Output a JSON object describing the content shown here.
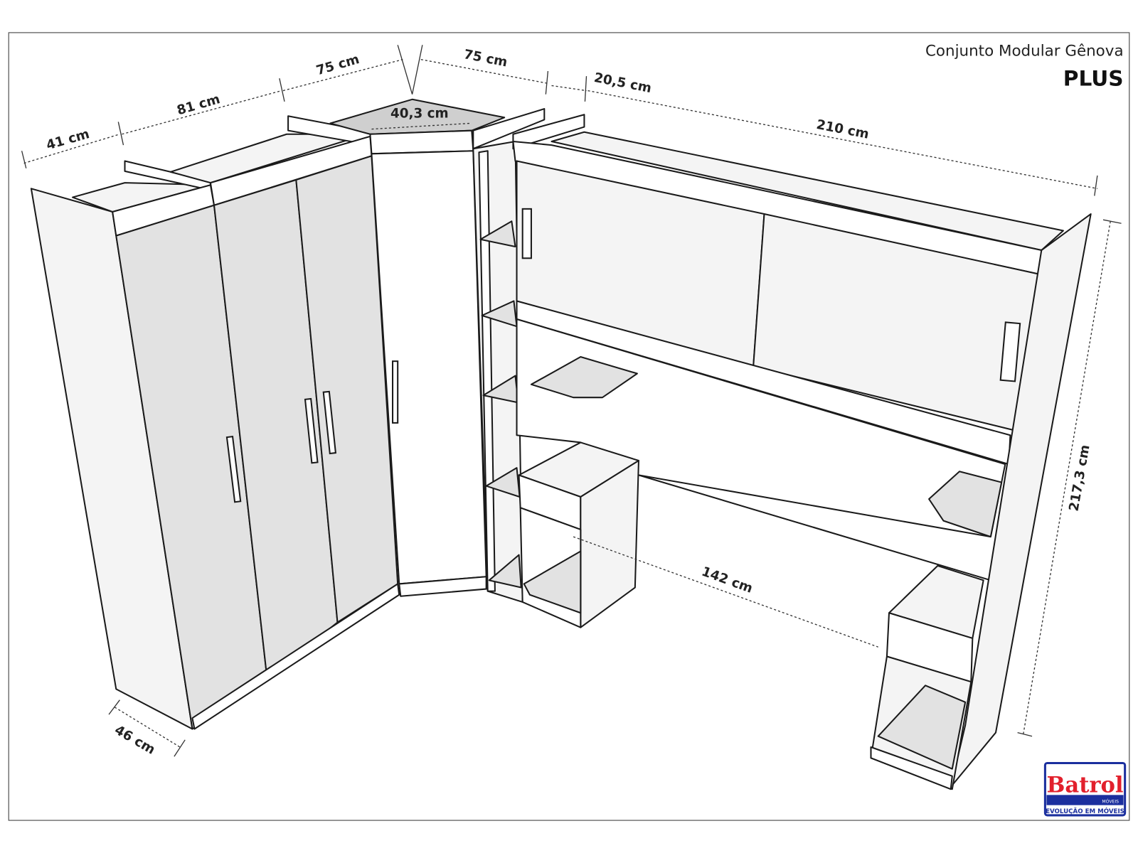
{
  "header": {
    "title": "Conjunto Modular Gênova",
    "subtitle": "PLUS"
  },
  "dimensions": {
    "depth_top": "41 cm",
    "width_single": "81 cm",
    "width_corner_left": "75 cm",
    "corner_front": "40,3 cm",
    "width_corner_right": "75 cm",
    "shelf_width": "20,5 cm",
    "desk_width": "210 cm",
    "height": "217,3 cm",
    "desk_inner": "142 cm",
    "depth_bottom": "46 cm"
  },
  "logo": {
    "brand": "Batrol",
    "tag": "MÓVEIS",
    "slogan": "EVOLUÇÃO EM MÓVEIS",
    "colors": {
      "red": "#e2202c",
      "blue": "#1b2f9e"
    }
  }
}
